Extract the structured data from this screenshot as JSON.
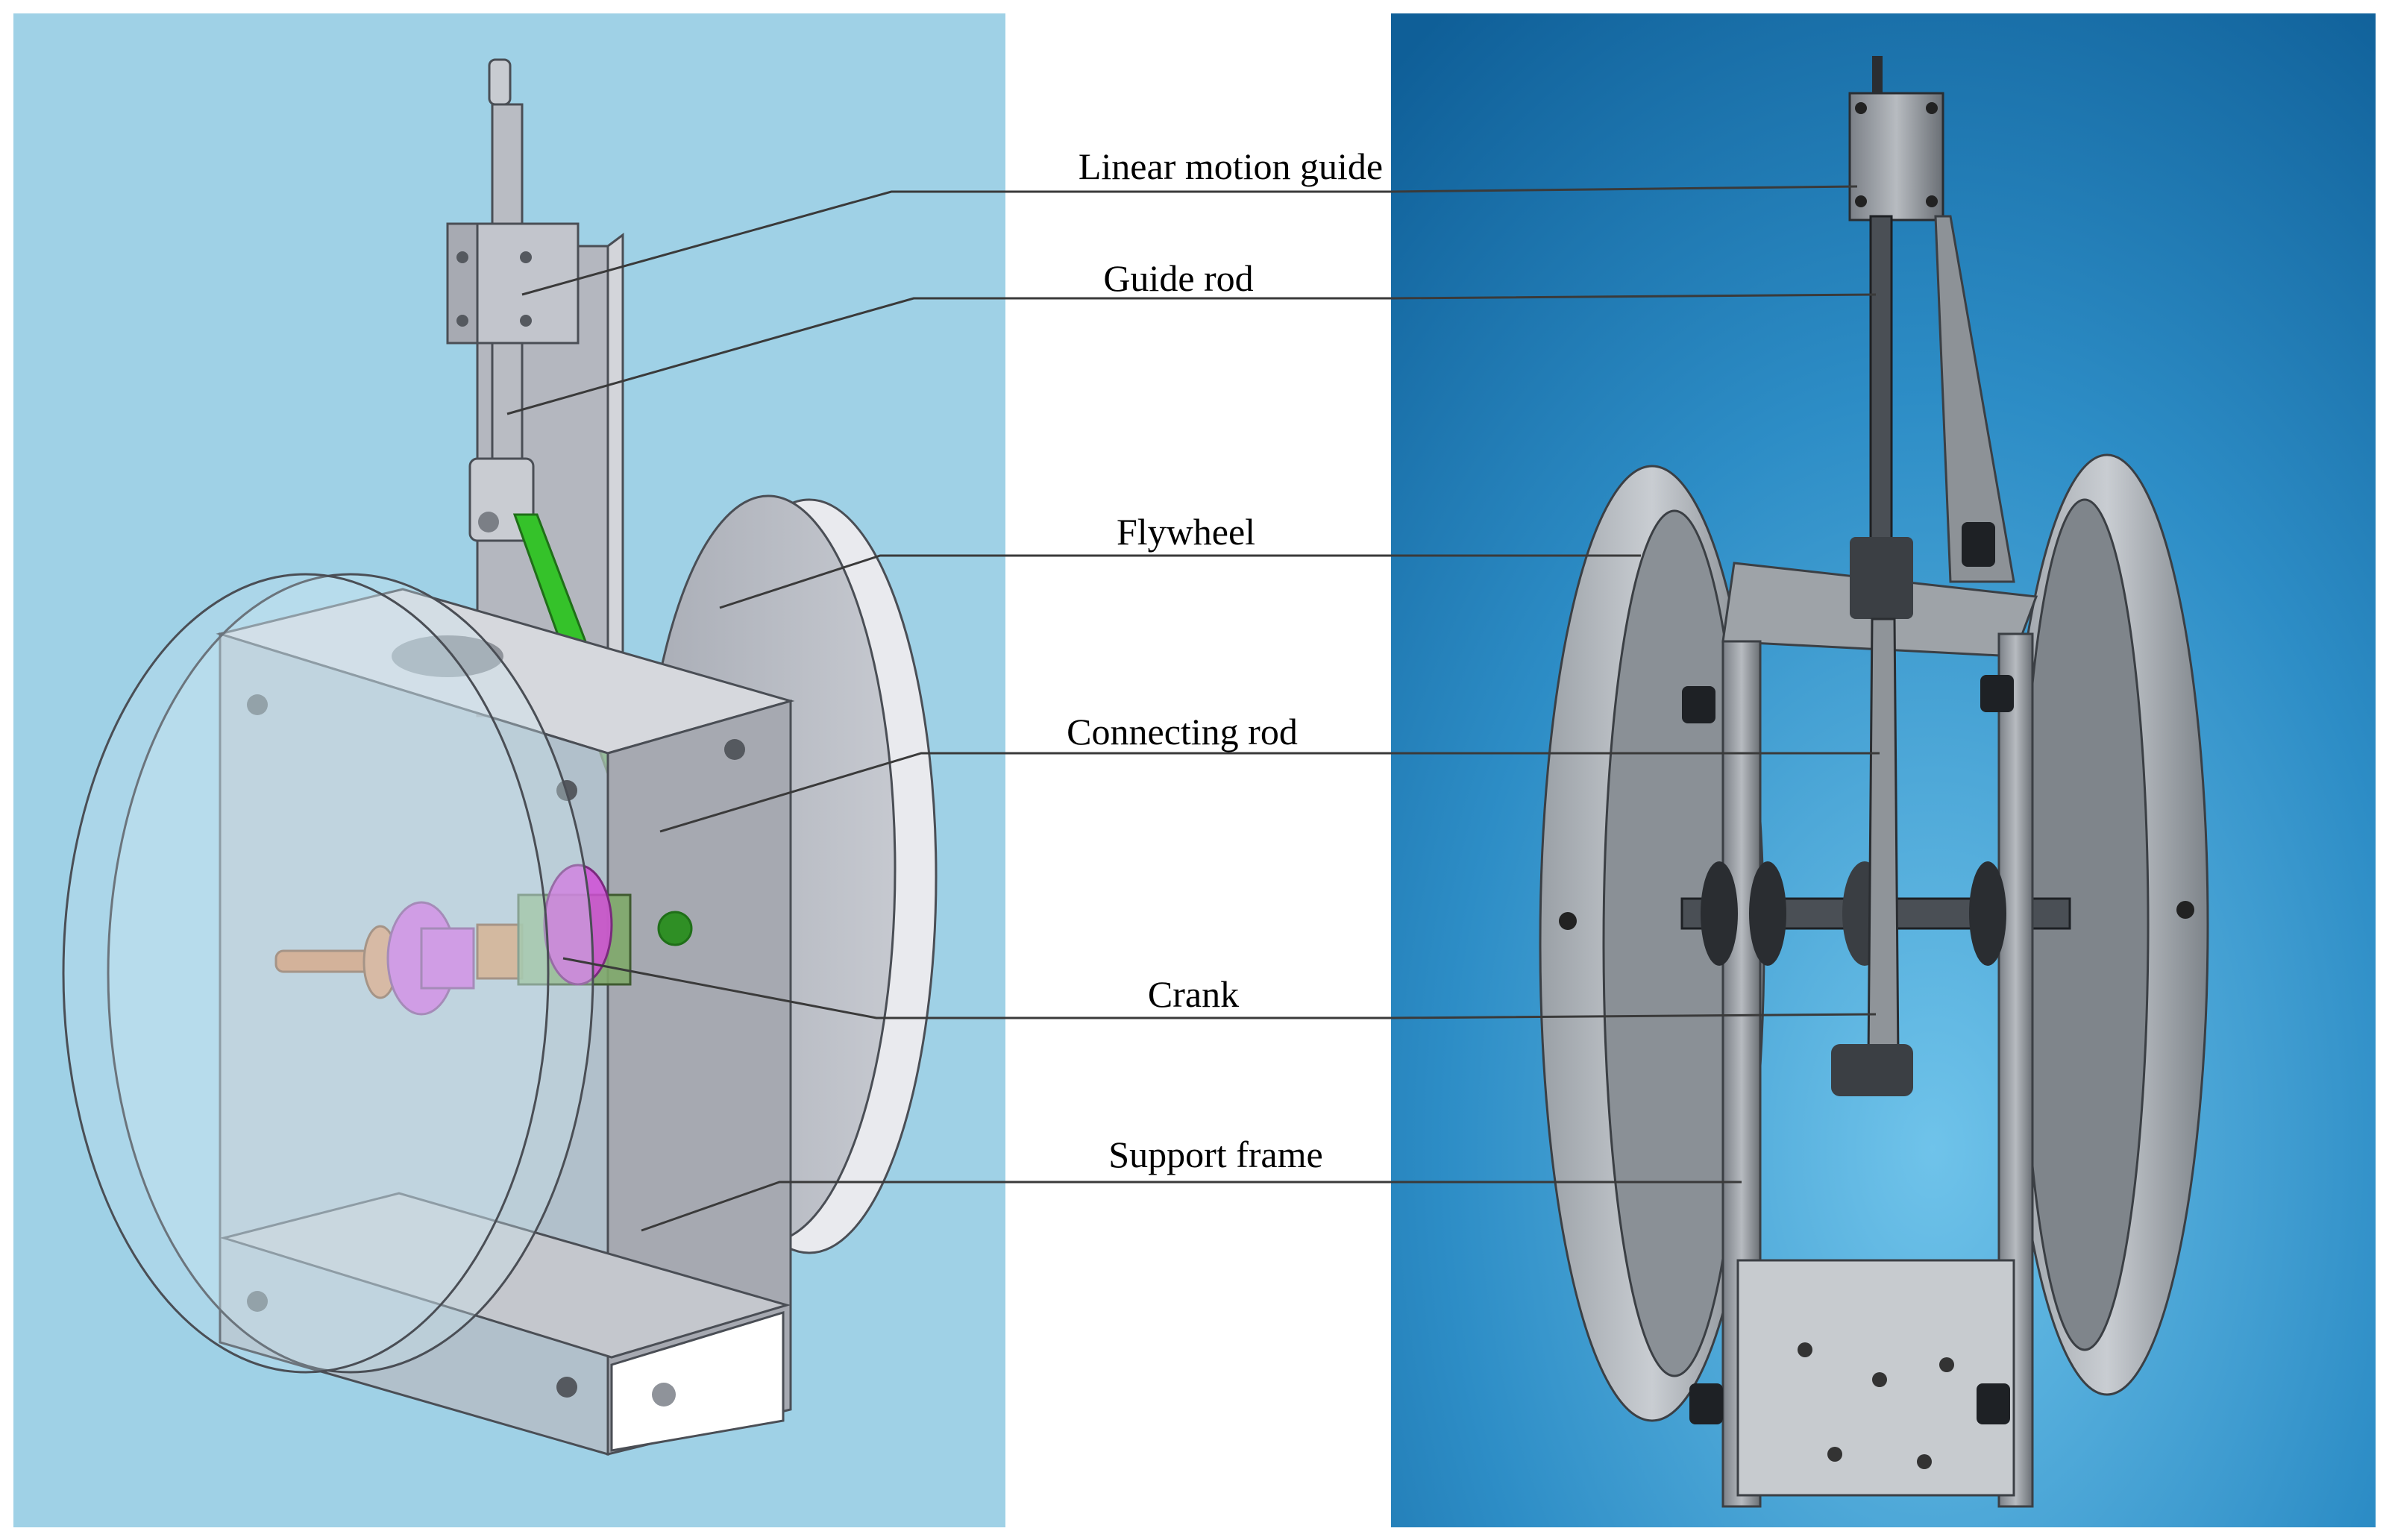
{
  "labels": {
    "linear_motion_guide": "Linear motion guide",
    "guide_rod": "Guide rod",
    "flywheel": "Flywheel",
    "connecting_rod": "Connecting rod",
    "crank": "Crank",
    "support_frame": "Support frame"
  },
  "colors": {
    "cad_background": "#9fd1e6",
    "photo_background": "#1f7fb6",
    "frame_grey": "#b9bcc4",
    "connecting_rod_green": "#35c22a",
    "coupling_magenta": "#d24fd8",
    "shaft_copper": "#d97b3f",
    "crank_olive": "#7fa86a"
  }
}
